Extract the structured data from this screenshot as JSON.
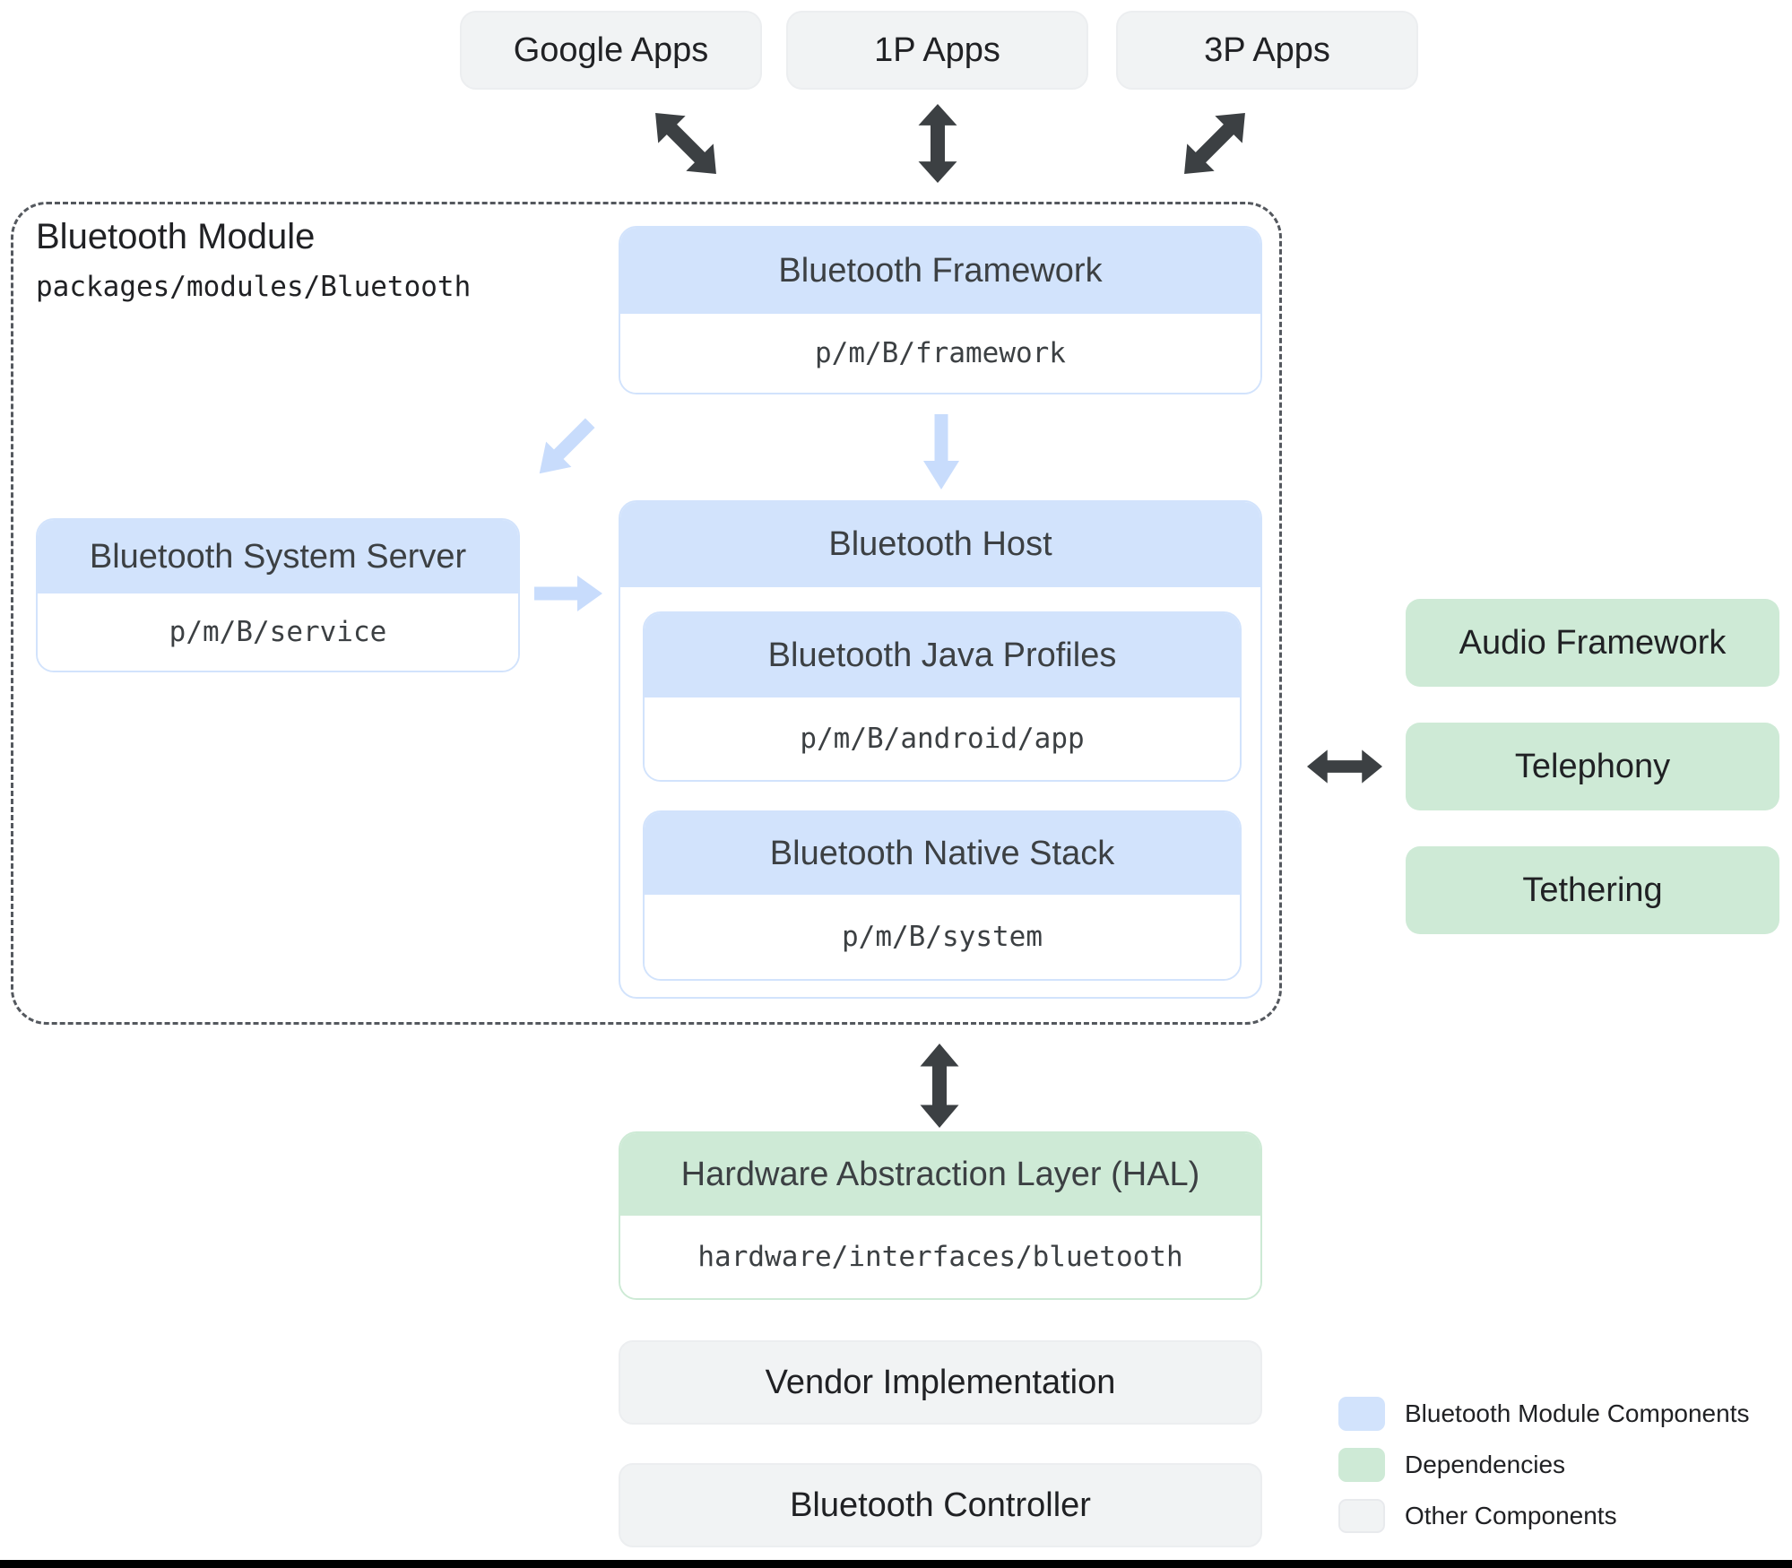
{
  "top_apps": {
    "google": {
      "label": "Google Apps"
    },
    "first_party": {
      "label": "1P Apps"
    },
    "third_party": {
      "label": "3P Apps"
    }
  },
  "module": {
    "title": "Bluetooth Module",
    "path": "packages/modules/Bluetooth",
    "framework": {
      "title": "Bluetooth Framework",
      "path": "p/m/B/framework"
    },
    "system_server": {
      "title": "Bluetooth System Server",
      "path": "p/m/B/service"
    },
    "host": {
      "title": "Bluetooth Host",
      "java_profiles": {
        "title": "Bluetooth Java Profiles",
        "path": "p/m/B/android/app"
      },
      "native_stack": {
        "title": "Bluetooth Native Stack",
        "path": "p/m/B/system"
      }
    }
  },
  "dependencies": {
    "audio": {
      "label": "Audio Framework"
    },
    "telephony": {
      "label": "Telephony"
    },
    "tethering": {
      "label": "Tethering"
    }
  },
  "hal": {
    "title": "Hardware Abstraction Layer (HAL)",
    "path": "hardware/interfaces/bluetooth"
  },
  "other_components": {
    "vendor": {
      "label": "Vendor Implementation"
    },
    "controller": {
      "label": "Bluetooth Controller"
    }
  },
  "legend": {
    "module_components": {
      "label": "Bluetooth Module Components",
      "color": "#d2e3fc"
    },
    "dependencies": {
      "label": "Dependencies",
      "color": "#ceead6"
    },
    "other": {
      "label": "Other Components",
      "color": "#f1f3f4"
    }
  },
  "colors": {
    "module_fill": "#d2e3fc",
    "dependency_fill": "#ceead6",
    "other_fill": "#f1f3f4",
    "arrow_dark": "#3c4043",
    "arrow_light": "#c8dcfc",
    "dashed_border": "#54585e"
  }
}
